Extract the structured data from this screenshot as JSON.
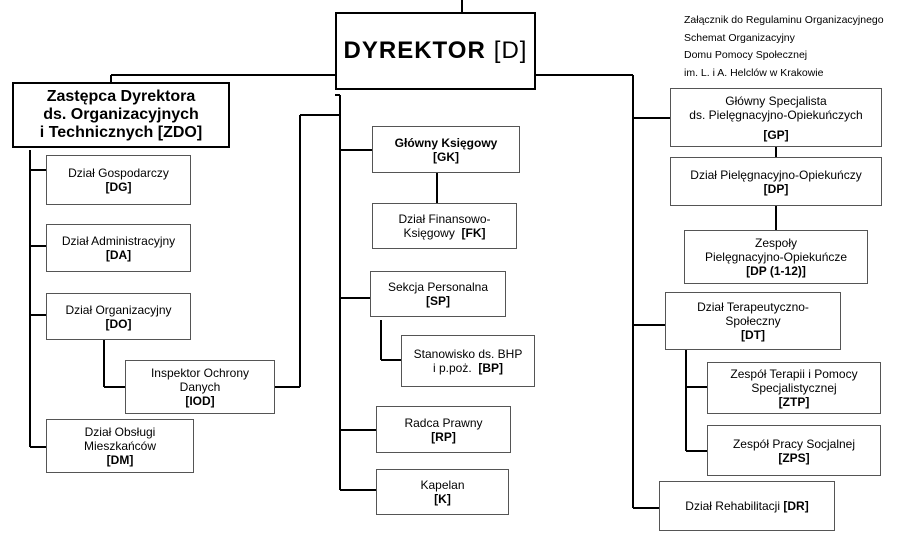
{
  "annex": {
    "lines": [
      "Załącznik do Regulaminu Organizacyjnego",
      "Schemat Organizacyjny",
      "Domu Pomocy Społecznej",
      " im. L. i A. Helclów w Krakowie"
    ]
  },
  "director": {
    "name": "DYREKTOR",
    "code": "[D]"
  },
  "deputy": {
    "line1": "Zastępca Dyrektora",
    "line2": "ds. Organizacyjnych",
    "line3": "i Technicznych",
    "code": "[ZDO]"
  },
  "left_units": [
    {
      "name": "Dział Gospodarczy",
      "code": "[DG]"
    },
    {
      "name": "Dział Administracyjny",
      "code": "[DA]"
    },
    {
      "name": "Dział Organizacyjny",
      "code": "[DO]"
    },
    {
      "name1": "Inspektor Ochrony",
      "name2": "Danych",
      "code": "[IOD]"
    },
    {
      "name1": "Dział Obsługi",
      "name2": "Mieszkańców",
      "code": "[DM]"
    }
  ],
  "center_units": [
    {
      "name": "Główny Księgowy",
      "code": "[GK]"
    },
    {
      "name1": "Dział Finansowo-",
      "name2": "Księgowy",
      "code": "[FK]"
    },
    {
      "name": "Sekcja Personalna",
      "code": "[SP]"
    },
    {
      "name1": "Stanowisko ds. BHP",
      "name2": "i  p.poż.",
      "code": "[BP]"
    },
    {
      "name": "Radca Prawny",
      "code": "[RP]"
    },
    {
      "name": "Kapelan",
      "code": "[K]"
    }
  ],
  "right_units": [
    {
      "name1": "Główny Specjalista",
      "name2": "ds. Pielęgnacyjno-Opiekuńczych",
      "code": "[GP]"
    },
    {
      "name": "Dział Pielęgnacyjno-Opiekuńczy",
      "code": "[DP]"
    },
    {
      "name1": "Zespoły",
      "name2": "Pielęgnacyjno-Opiekuńcze",
      "code": "[DP (1-12)]"
    },
    {
      "name1": "Dział Terapeutyczno-",
      "name2": "Społeczny",
      "code": "[DT]"
    },
    {
      "name1": "Zespół Terapii i Pomocy",
      "name2": "Specjalistycznej",
      "code": "[ZTP]"
    },
    {
      "name": "Zespół Pracy Socjalnej",
      "code": "[ZPS]"
    },
    {
      "name": "Dział Rehabilitacji",
      "code": "[DR]"
    }
  ]
}
